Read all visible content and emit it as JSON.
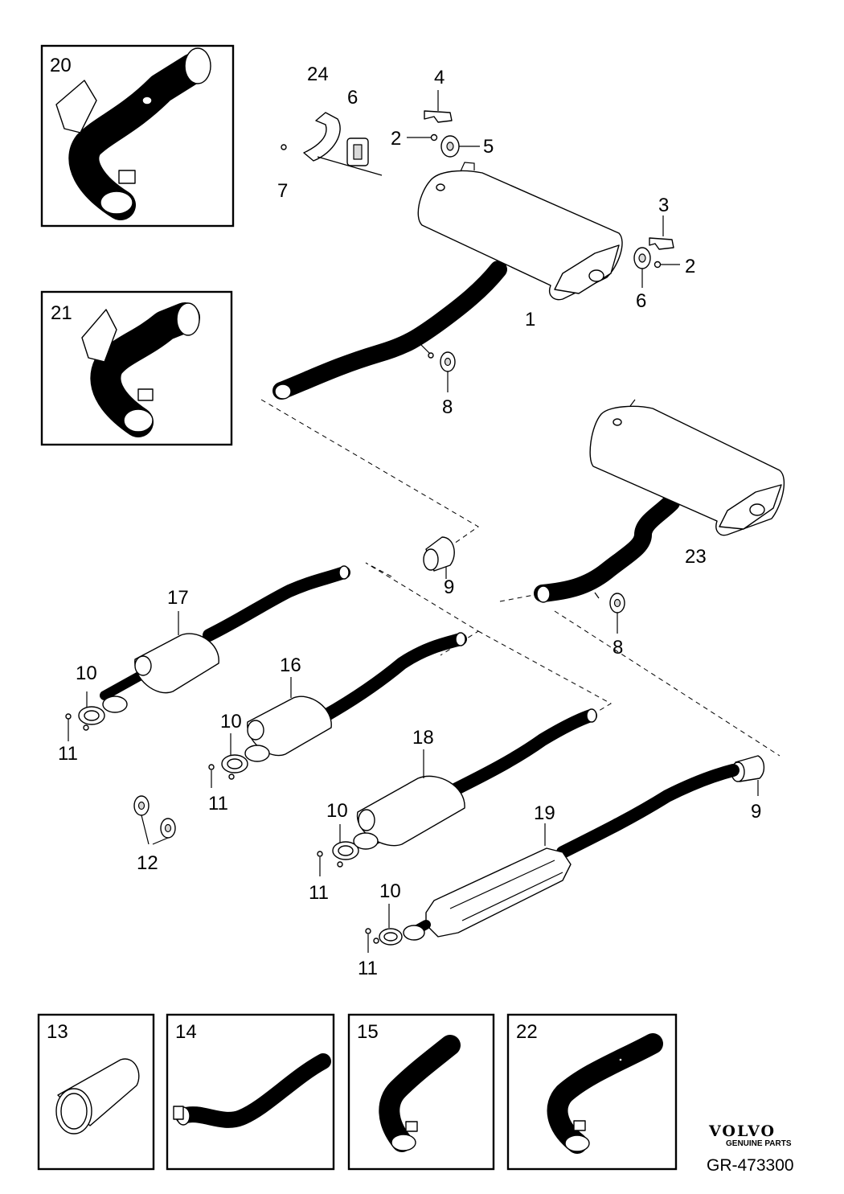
{
  "callouts": {
    "c1": "1",
    "c2a": "2",
    "c2b": "2",
    "c3": "3",
    "c4": "4",
    "c5": "5",
    "c6a": "6",
    "c6b": "6",
    "c7": "7",
    "c8a": "8",
    "c8b": "8",
    "c9a": "9",
    "c9b": "9",
    "c10a": "10",
    "c10b": "10",
    "c10c": "10",
    "c10d": "10",
    "c11a": "11",
    "c11b": "11",
    "c11c": "11",
    "c11d": "11",
    "c12": "12",
    "c16": "16",
    "c17": "17",
    "c18": "18",
    "c19": "19",
    "c23": "23",
    "c24": "24"
  },
  "insets": {
    "i20": "20",
    "i21": "21",
    "i13": "13",
    "i14": "14",
    "i15": "15",
    "i22": "22"
  },
  "branding": {
    "logo": "VOLVO",
    "tagline": "GENUINE PARTS",
    "drawing_code": "GR-473300"
  }
}
